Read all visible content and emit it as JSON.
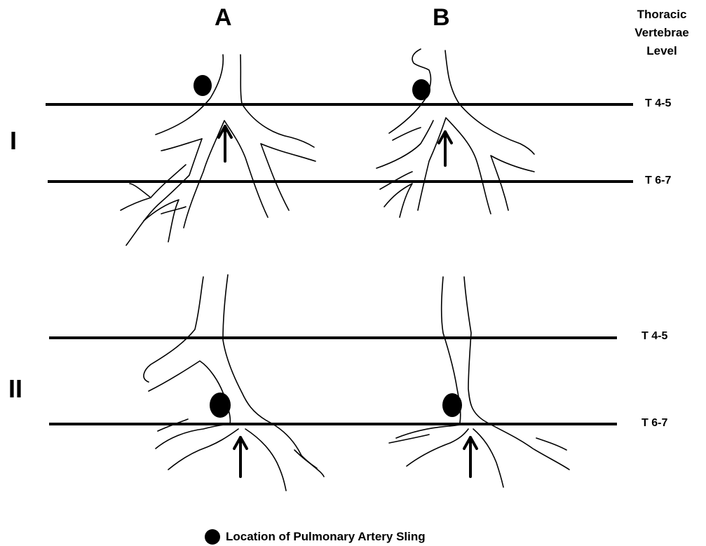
{
  "columns": [
    "A",
    "B"
  ],
  "rows": [
    "I",
    "II"
  ],
  "level_header": {
    "line1": "Thoracic",
    "line2": "Vertebrae",
    "line3": "Level"
  },
  "levels": {
    "row1_upper": "T 4-5",
    "row1_lower": "T 6-7",
    "row2_upper": "T 4-5",
    "row2_lower": "T 6-7"
  },
  "legend": {
    "text": "Location of Pulmonary Artery Sling"
  },
  "colors": {
    "ink": "#000000",
    "background": "#ffffff"
  }
}
